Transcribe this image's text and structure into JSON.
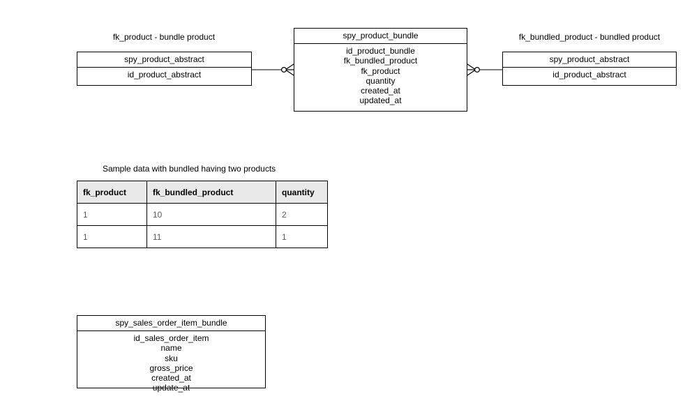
{
  "diagram": {
    "entities": [
      {
        "id": "left-product-abstract",
        "title": "spy_product_abstract",
        "fields": [
          "id_product_abstract"
        ]
      },
      {
        "id": "product-bundle",
        "title": "spy_product_bundle",
        "fields": [
          "id_product_bundle",
          "fk_bundled_product",
          "fk_product",
          "quantity",
          "created_at",
          "updated_at"
        ]
      },
      {
        "id": "right-product-abstract",
        "title": "spy_product_abstract",
        "fields": [
          "id_product_abstract"
        ]
      },
      {
        "id": "sales-order-item-bundle",
        "title": "spy_sales_order_item_bundle",
        "fields": [
          "id_sales_order_item",
          "name",
          "sku",
          "gross_price",
          "created_at",
          "update_at"
        ]
      }
    ],
    "relationship_labels": [
      {
        "id": "left-relation",
        "text": "fk_product - bundle product"
      },
      {
        "id": "right-relation",
        "text": "fk_bundled_product - bundled product"
      }
    ],
    "connector_notation": "crow-foot-zero-or-many",
    "line_color": "#808080",
    "border_color": "#000000"
  },
  "sample_data": {
    "caption": "Sample data with bundled having two products",
    "columns": [
      "fk_product",
      "fk_bundled_product",
      "quantity"
    ],
    "rows": [
      [
        "1",
        "10",
        "2"
      ],
      [
        "1",
        "11",
        "1"
      ]
    ],
    "header_background": "#e9e9e9",
    "cell_text_color": "#5a5a5a"
  }
}
